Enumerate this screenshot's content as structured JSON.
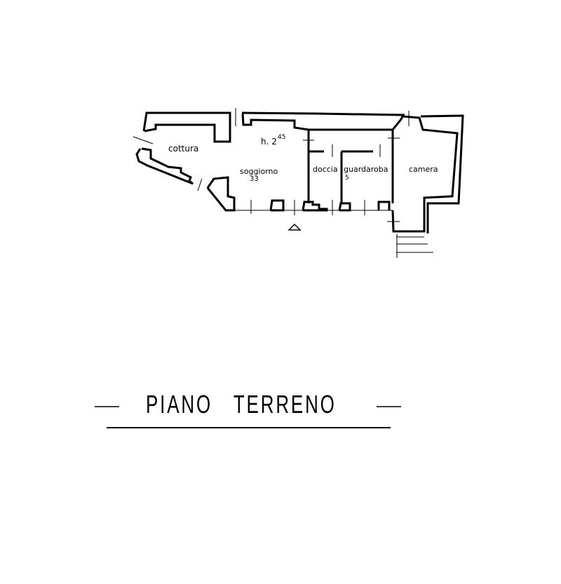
{
  "plan": {
    "rooms": {
      "cottura": "cottura",
      "soggiorno": "soggiorno",
      "soggiorno_area": "33",
      "height_label": "h. 2",
      "height_sup": "45",
      "doccia": "doccia",
      "guardaroba": "guardaroba",
      "guardaroba_area": "5",
      "camera": "camera"
    }
  },
  "title": "PIANO   TERRENO"
}
